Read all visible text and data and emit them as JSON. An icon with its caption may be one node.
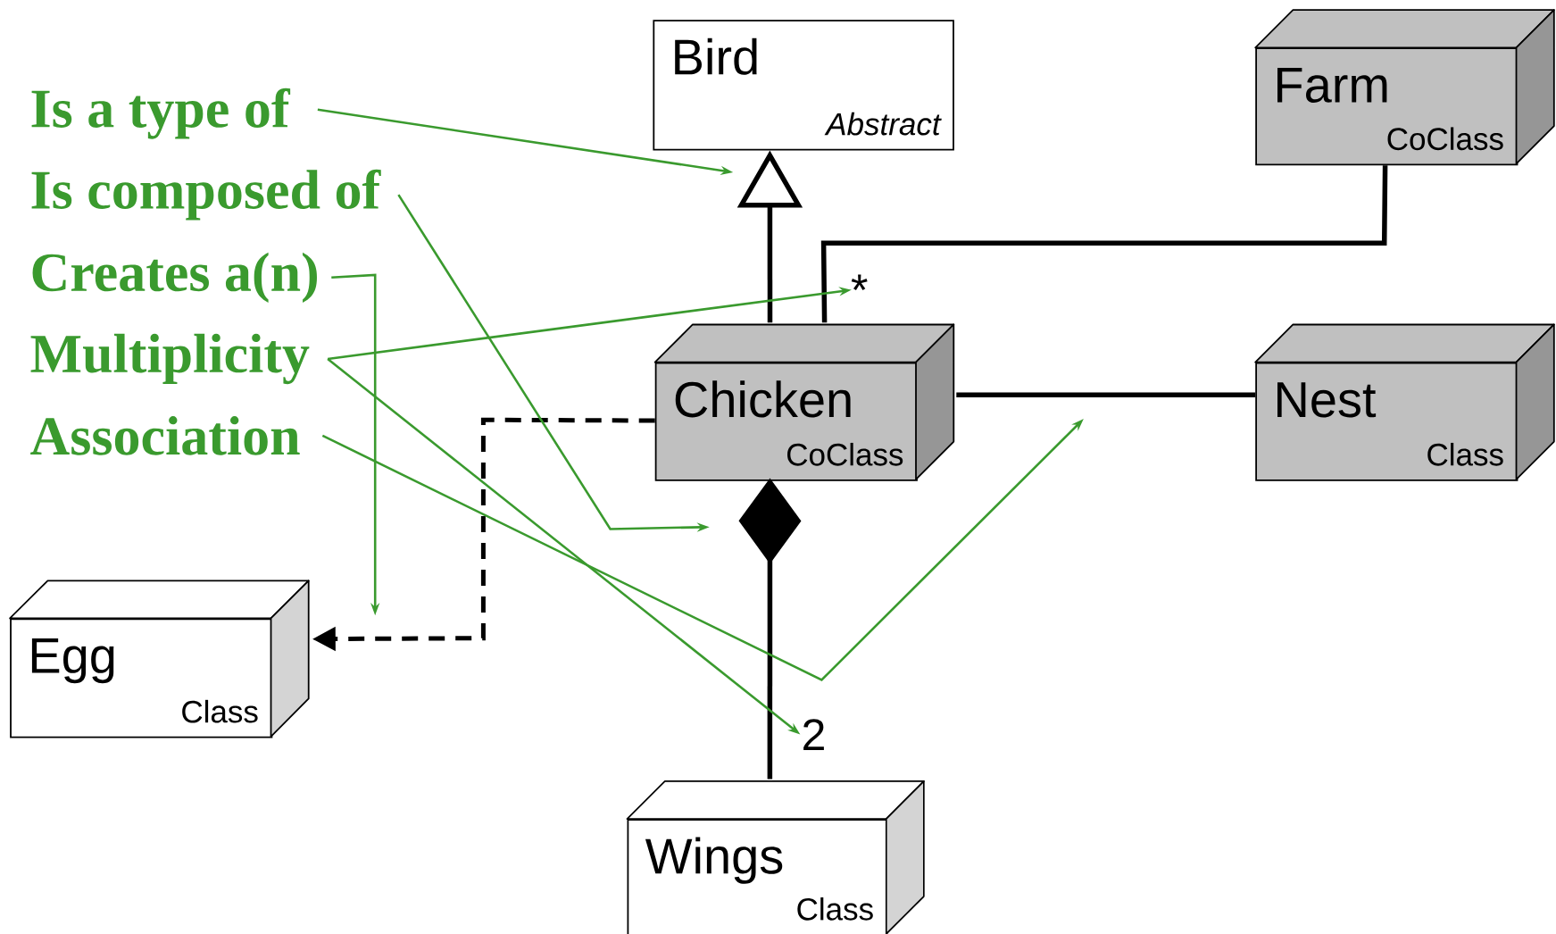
{
  "diagram": {
    "nodes": [
      {
        "text": [
          "Bird",
          "Abstract"
        ]
      },
      {
        "text": [
          "Farm",
          "CoClass"
        ]
      },
      {
        "text": [
          "Chicken",
          "CoClass"
        ]
      },
      {
        "text": [
          "Nest",
          "Class"
        ]
      },
      {
        "text": [
          "Egg",
          "Class"
        ]
      },
      {
        "text": [
          "Wings",
          "Class"
        ]
      },
      {
        "text": [
          "*"
        ]
      },
      {
        "text": [
          "2"
        ]
      },
      {
        "text": [
          "Is a type of"
        ]
      },
      {
        "text": [
          "Is composed of"
        ]
      },
      {
        "text": [
          "Creates a(n)"
        ]
      },
      {
        "text": [
          "Multiplicity"
        ]
      },
      {
        "text": [
          "Association"
        ]
      }
    ],
    "edges": [
      {
        "from": 2,
        "to": 0,
        "arrow": "to",
        "style": "thick",
        "color": "#000000"
      },
      {
        "from": 2,
        "to": 1,
        "arrow": "none",
        "style": "thick",
        "color": "#000000"
      },
      {
        "from": 2,
        "to": 3,
        "arrow": "none",
        "style": "thick",
        "color": "#000000"
      },
      {
        "from": 2,
        "to": 4,
        "arrow": "to",
        "style": "dashed",
        "color": "#000000"
      },
      {
        "from": 5,
        "to": 2,
        "arrow": "other",
        "style": "thick",
        "color": "#000000"
      },
      {
        "from": 8,
        "to": 0,
        "arrow": "to",
        "color": "#3a9a2e"
      },
      {
        "from": 9,
        "to": null,
        "arrow": "to",
        "color": "#3a9a2e"
      },
      {
        "from": 10,
        "to": null,
        "arrow": "to",
        "color": "#3a9a2e"
      },
      {
        "from": 11,
        "to": 6,
        "arrow": "to",
        "color": "#3a9a2e"
      },
      {
        "from": 11,
        "to": 7,
        "arrow": "to",
        "color": "#3a9a2e"
      },
      {
        "from": 12,
        "to": null,
        "arrow": "to",
        "color": "#3a9a2e"
      }
    ]
  }
}
